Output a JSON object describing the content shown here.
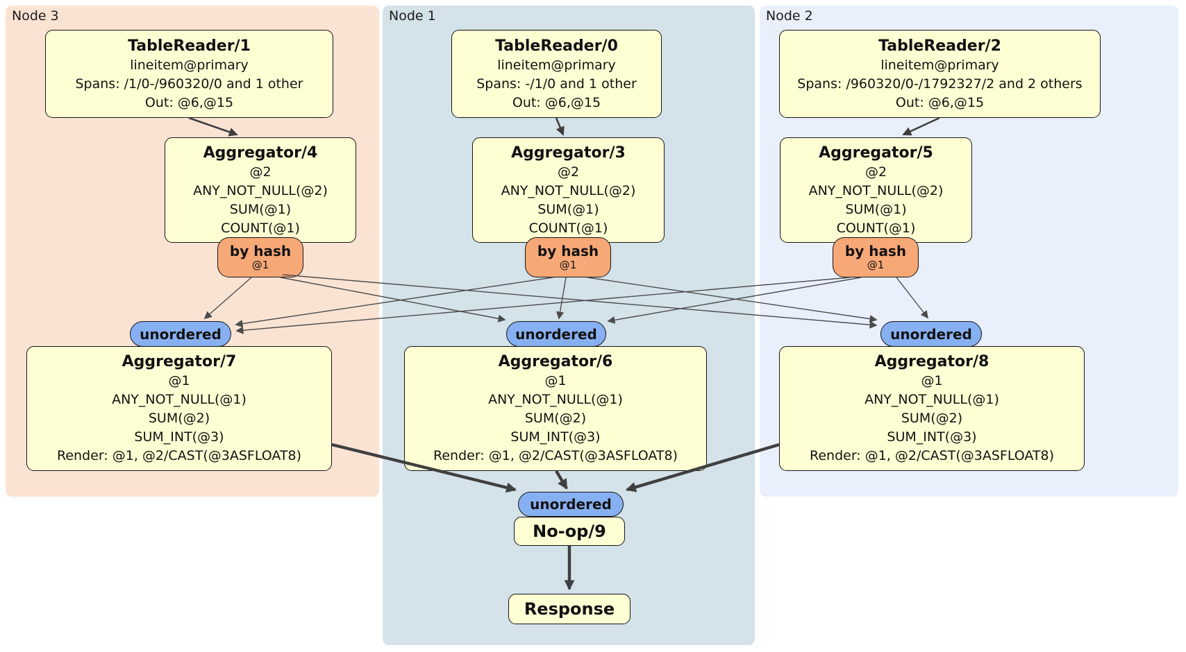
{
  "panels": [
    {
      "id": "node3",
      "label": "Node 3",
      "color": "#fbe3d4"
    },
    {
      "id": "node1",
      "label": "Node 1",
      "color": "#d4e2ea"
    },
    {
      "id": "node2",
      "label": "Node 2",
      "color": "#e9effb"
    }
  ],
  "p": {
    "tr1": {
      "title": "TableReader/1",
      "lines": [
        "lineitem@primary",
        "Spans: /1/0-/960320/0 and 1 other",
        "Out: @6,@15"
      ]
    },
    "tr0": {
      "title": "TableReader/0",
      "lines": [
        "lineitem@primary",
        "Spans: -/1/0 and 1 other",
        "Out: @6,@15"
      ]
    },
    "tr2": {
      "title": "TableReader/2",
      "lines": [
        "lineitem@primary",
        "Spans: /960320/0-/1792327/2 and 2 others",
        "Out: @6,@15"
      ]
    },
    "agg4": {
      "title": "Aggregator/4",
      "lines": [
        "@2",
        "ANY_NOT_NULL(@2)",
        "SUM(@1)",
        "COUNT(@1)"
      ]
    },
    "agg3": {
      "title": "Aggregator/3",
      "lines": [
        "@2",
        "ANY_NOT_NULL(@2)",
        "SUM(@1)",
        "COUNT(@1)"
      ]
    },
    "agg5": {
      "title": "Aggregator/5",
      "lines": [
        "@2",
        "ANY_NOT_NULL(@2)",
        "SUM(@1)",
        "COUNT(@1)"
      ]
    },
    "agg7": {
      "title": "Aggregator/7",
      "lines": [
        "@1",
        "ANY_NOT_NULL(@1)",
        "SUM(@2)",
        "SUM_INT(@3)",
        "Render: @1, @2/CAST(@3ASFLOAT8)"
      ]
    },
    "agg6": {
      "title": "Aggregator/6",
      "lines": [
        "@1",
        "ANY_NOT_NULL(@1)",
        "SUM(@2)",
        "SUM_INT(@3)",
        "Render: @1, @2/CAST(@3ASFLOAT8)"
      ]
    },
    "agg8": {
      "title": "Aggregator/8",
      "lines": [
        "@1",
        "ANY_NOT_NULL(@1)",
        "SUM(@2)",
        "SUM_INT(@3)",
        "Render: @1, @2/CAST(@3ASFLOAT8)"
      ]
    },
    "noop": {
      "title": "No-op/9"
    },
    "response": {
      "title": "Response"
    }
  },
  "routers": {
    "bh4": {
      "label": "by hash",
      "key": "@1"
    },
    "bh3": {
      "label": "by hash",
      "key": "@1"
    },
    "bh5": {
      "label": "by hash",
      "key": "@1"
    }
  },
  "syncs": {
    "un7": {
      "label": "unordered"
    },
    "un6": {
      "label": "unordered"
    },
    "un8": {
      "label": "unordered"
    },
    "unf": {
      "label": "unordered"
    }
  },
  "edges": [
    {
      "from": "TableReader/1",
      "to": "Aggregator/4"
    },
    {
      "from": "TableReader/0",
      "to": "Aggregator/3"
    },
    {
      "from": "TableReader/2",
      "to": "Aggregator/5"
    },
    {
      "from": "Aggregator/4 by hash @1",
      "to": "unordered Aggregator/7"
    },
    {
      "from": "Aggregator/4 by hash @1",
      "to": "unordered Aggregator/6"
    },
    {
      "from": "Aggregator/4 by hash @1",
      "to": "unordered Aggregator/8"
    },
    {
      "from": "Aggregator/3 by hash @1",
      "to": "unordered Aggregator/7"
    },
    {
      "from": "Aggregator/3 by hash @1",
      "to": "unordered Aggregator/6"
    },
    {
      "from": "Aggregator/3 by hash @1",
      "to": "unordered Aggregator/8"
    },
    {
      "from": "Aggregator/5 by hash @1",
      "to": "unordered Aggregator/7"
    },
    {
      "from": "Aggregator/5 by hash @1",
      "to": "unordered Aggregator/6"
    },
    {
      "from": "Aggregator/5 by hash @1",
      "to": "unordered Aggregator/8"
    },
    {
      "from": "Aggregator/7",
      "to": "unordered No-op/9"
    },
    {
      "from": "Aggregator/6",
      "to": "unordered No-op/9"
    },
    {
      "from": "Aggregator/8",
      "to": "unordered No-op/9"
    },
    {
      "from": "No-op/9",
      "to": "Response"
    }
  ],
  "colors": {
    "processor_fill": "#ffffd4",
    "router_fill": "#f7a877",
    "sync_fill": "#87b0f2",
    "edge": "#4b4b4b",
    "border": "#141414"
  }
}
